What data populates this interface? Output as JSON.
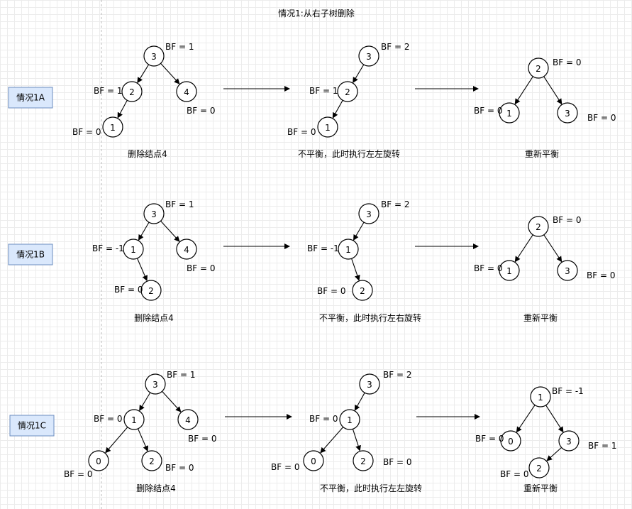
{
  "title": "情况1:从右子树删除",
  "rows": [
    {
      "case_label": "情况1A",
      "steps": [
        {
          "caption": "删除结点4",
          "nodes": [
            {
              "id": "3",
              "label": "3",
              "bf": "BF = 1"
            },
            {
              "id": "2",
              "label": "2",
              "bf": "BF = 1"
            },
            {
              "id": "4",
              "label": "4",
              "bf": "BF = 0"
            },
            {
              "id": "1",
              "label": "1",
              "bf": "BF = 0"
            }
          ],
          "edges": [
            [
              "3",
              "2"
            ],
            [
              "3",
              "4"
            ],
            [
              "2",
              "1"
            ]
          ]
        },
        {
          "caption": "不平衡，此时执行左左旋转",
          "nodes": [
            {
              "id": "3",
              "label": "3",
              "bf": "BF = 2"
            },
            {
              "id": "2",
              "label": "2",
              "bf": "BF = 1"
            },
            {
              "id": "1",
              "label": "1",
              "bf": "BF = 0"
            }
          ],
          "edges": [
            [
              "3",
              "2"
            ],
            [
              "2",
              "1"
            ]
          ]
        },
        {
          "caption": "重新平衡",
          "nodes": [
            {
              "id": "2",
              "label": "2",
              "bf": "BF = 0"
            },
            {
              "id": "1",
              "label": "1",
              "bf": "BF = 0"
            },
            {
              "id": "3",
              "label": "3",
              "bf": "BF = 0"
            }
          ],
          "edges": [
            [
              "2",
              "1"
            ],
            [
              "2",
              "3"
            ]
          ]
        }
      ]
    },
    {
      "case_label": "情况1B",
      "steps": [
        {
          "caption": "删除结点4",
          "nodes": [
            {
              "id": "3",
              "label": "3",
              "bf": "BF = 1"
            },
            {
              "id": "1",
              "label": "1",
              "bf": "BF = -1"
            },
            {
              "id": "4",
              "label": "4",
              "bf": "BF = 0"
            },
            {
              "id": "2",
              "label": "2",
              "bf": "BF = 0"
            }
          ],
          "edges": [
            [
              "3",
              "1"
            ],
            [
              "3",
              "4"
            ],
            [
              "1",
              "2"
            ]
          ]
        },
        {
          "caption": "不平衡，此时执行左右旋转",
          "nodes": [
            {
              "id": "3",
              "label": "3",
              "bf": "BF = 2"
            },
            {
              "id": "1",
              "label": "1",
              "bf": "BF = -1"
            },
            {
              "id": "2",
              "label": "2",
              "bf": "BF = 0"
            }
          ],
          "edges": [
            [
              "3",
              "1"
            ],
            [
              "1",
              "2"
            ]
          ]
        },
        {
          "caption": "重新平衡",
          "nodes": [
            {
              "id": "2",
              "label": "2",
              "bf": "BF = 0"
            },
            {
              "id": "1",
              "label": "1",
              "bf": "BF = 0"
            },
            {
              "id": "3",
              "label": "3",
              "bf": "BF = 0"
            }
          ],
          "edges": [
            [
              "2",
              "1"
            ],
            [
              "2",
              "3"
            ]
          ]
        }
      ]
    },
    {
      "case_label": "情况1C",
      "steps": [
        {
          "caption": "删除结点4",
          "nodes": [
            {
              "id": "3",
              "label": "3",
              "bf": "BF = 1"
            },
            {
              "id": "1",
              "label": "1",
              "bf": "BF = 0"
            },
            {
              "id": "4",
              "label": "4",
              "bf": "BF = 0"
            },
            {
              "id": "0",
              "label": "0",
              "bf": "BF = 0"
            },
            {
              "id": "2",
              "label": "2",
              "bf": "BF = 0"
            }
          ],
          "edges": [
            [
              "3",
              "1"
            ],
            [
              "3",
              "4"
            ],
            [
              "1",
              "0"
            ],
            [
              "1",
              "2"
            ]
          ]
        },
        {
          "caption": "不平衡，此时执行左左旋转",
          "nodes": [
            {
              "id": "3",
              "label": "3",
              "bf": "BF = 2"
            },
            {
              "id": "1",
              "label": "1",
              "bf": "BF = 0"
            },
            {
              "id": "0",
              "label": "0",
              "bf": "BF = 0"
            },
            {
              "id": "2",
              "label": "2",
              "bf": "BF = 0"
            }
          ],
          "edges": [
            [
              "3",
              "1"
            ],
            [
              "1",
              "0"
            ],
            [
              "1",
              "2"
            ]
          ]
        },
        {
          "caption": "重新平衡",
          "nodes": [
            {
              "id": "1",
              "label": "1",
              "bf": "BF = -1"
            },
            {
              "id": "0",
              "label": "0",
              "bf": "BF = 0"
            },
            {
              "id": "3",
              "label": "3",
              "bf": "BF = 1"
            },
            {
              "id": "2",
              "label": "2",
              "bf": "BF = 0"
            }
          ],
          "edges": [
            [
              "1",
              "0"
            ],
            [
              "1",
              "3"
            ],
            [
              "3",
              "2"
            ]
          ]
        }
      ]
    }
  ]
}
